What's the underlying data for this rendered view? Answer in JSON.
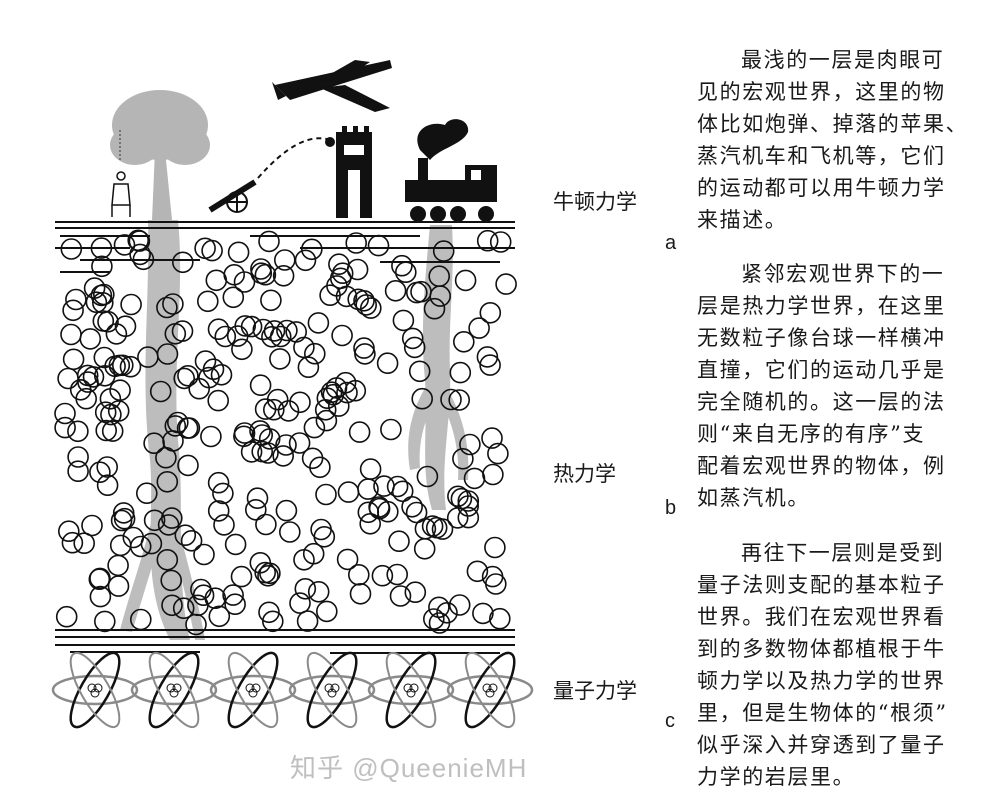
{
  "labels": {
    "newton": "牛顿力学",
    "thermo": "热力学",
    "quantum": "量子力学",
    "a": "a",
    "b": "b",
    "c": "c"
  },
  "paragraphs": [
    {
      "lines": [
        "最浅的一层是肉眼可",
        "见的宏观世界，这里的物",
        "体比如炮弹、掉落的苹果、",
        "蒸汽机车和飞机等，它们",
        "的运动都可以用牛顿力学",
        "来描述。"
      ]
    },
    {
      "lines": [
        "紧邻宏观世界下的一",
        "层是热力学世界，在这里",
        "无数粒子像台球一样横冲",
        "直撞，它们的运动几乎是",
        "完全随机的。这一层的法",
        "则“来自无序的有序”支",
        "配着宏观世界的物体，例",
        "如蒸汽机。"
      ]
    },
    {
      "lines": [
        "再往下一层则是受到",
        "量子法则支配的基本粒子",
        "世界。我们在宏观世界看",
        "到的多数物体都植根于牛",
        "顿力学以及热力学的世界",
        "里，但是生物体的“根须”",
        "似乎深入并穿透到了量子",
        "力学的岩层里。"
      ]
    }
  ],
  "watermark": "知乎 @QueenieMH",
  "colors": {
    "ink": "#111111",
    "root": "#b8b8b8",
    "orbit": "#8a8a8a"
  }
}
